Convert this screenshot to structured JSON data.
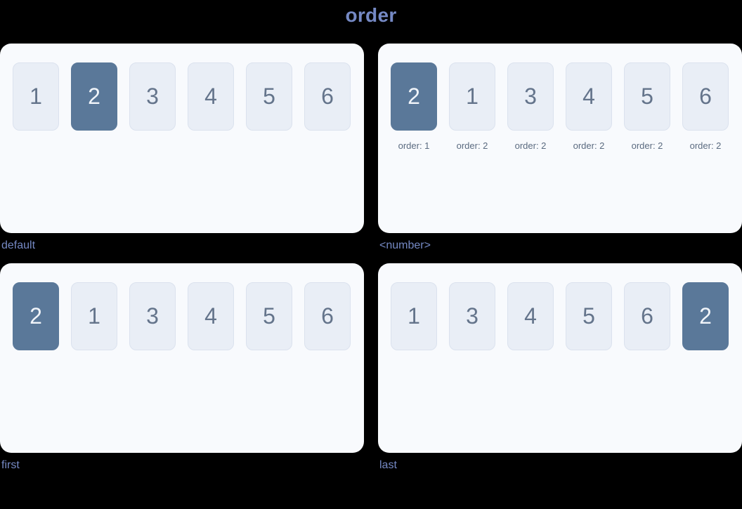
{
  "title": "order",
  "colors": {
    "background": "#000000",
    "accent": "#7589c4",
    "panel_bg": "#f8fafd",
    "box_bg": "#e9eef6",
    "box_border": "#dbe2ee",
    "box_text": "#64748b",
    "highlight_bg": "#5a7899",
    "highlight_text": "#f1f5fa",
    "caption_text": "#5b6b80"
  },
  "panels": [
    {
      "label": "default",
      "items": [
        {
          "value": "1",
          "highlight": false
        },
        {
          "value": "2",
          "highlight": true
        },
        {
          "value": "3",
          "highlight": false
        },
        {
          "value": "4",
          "highlight": false
        },
        {
          "value": "5",
          "highlight": false
        },
        {
          "value": "6",
          "highlight": false
        }
      ]
    },
    {
      "label": "<number>",
      "items": [
        {
          "value": "2",
          "highlight": true,
          "caption": "order: 1"
        },
        {
          "value": "1",
          "highlight": false,
          "caption": "order: 2"
        },
        {
          "value": "3",
          "highlight": false,
          "caption": "order: 2"
        },
        {
          "value": "4",
          "highlight": false,
          "caption": "order: 2"
        },
        {
          "value": "5",
          "highlight": false,
          "caption": "order: 2"
        },
        {
          "value": "6",
          "highlight": false,
          "caption": "order: 2"
        }
      ]
    },
    {
      "label": "first",
      "items": [
        {
          "value": "2",
          "highlight": true
        },
        {
          "value": "1",
          "highlight": false
        },
        {
          "value": "3",
          "highlight": false
        },
        {
          "value": "4",
          "highlight": false
        },
        {
          "value": "5",
          "highlight": false
        },
        {
          "value": "6",
          "highlight": false
        }
      ]
    },
    {
      "label": "last",
      "items": [
        {
          "value": "1",
          "highlight": false
        },
        {
          "value": "3",
          "highlight": false
        },
        {
          "value": "4",
          "highlight": false
        },
        {
          "value": "5",
          "highlight": false
        },
        {
          "value": "6",
          "highlight": false
        },
        {
          "value": "2",
          "highlight": true
        }
      ]
    }
  ]
}
